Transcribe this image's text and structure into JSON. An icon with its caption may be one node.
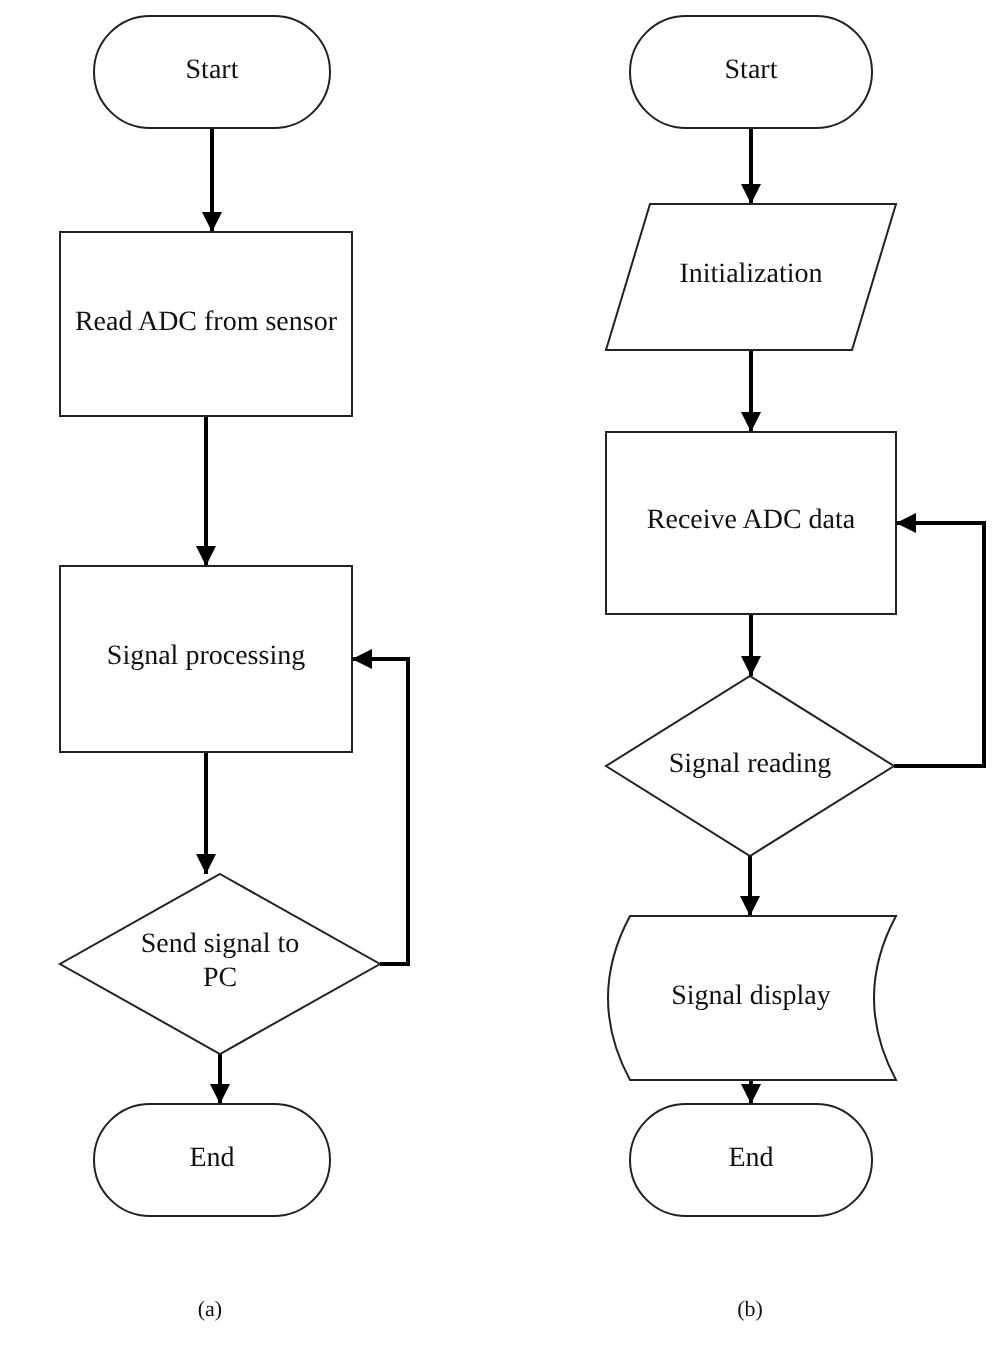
{
  "diagram": {
    "nodes": [
      {
        "text": [
          "Start"
        ]
      },
      {
        "text": [
          "Read ADC from sensor"
        ]
      },
      {
        "text": [
          "Signal processing"
        ]
      },
      {
        "text": [
          "Send signal to PC"
        ]
      },
      {
        "text": [
          "End"
        ]
      },
      {
        "text": [
          "Start"
        ]
      },
      {
        "text": [
          "Initialization"
        ]
      },
      {
        "text": [
          "Receive ADC data"
        ]
      },
      {
        "text": [
          "Signal reading"
        ]
      },
      {
        "text": [
          "Signal display"
        ]
      },
      {
        "text": [
          "End"
        ]
      }
    ],
    "edges": [
      {
        "from": 0,
        "to": 1,
        "arrow": "to"
      },
      {
        "from": 1,
        "to": 2,
        "arrow": "to"
      },
      {
        "from": 2,
        "to": 3,
        "arrow": "to"
      },
      {
        "from": 3,
        "to": 4,
        "arrow": "to"
      },
      {
        "from": 3,
        "to": 2,
        "arrow": "to"
      },
      {
        "from": 5,
        "to": 6,
        "arrow": "to"
      },
      {
        "from": 6,
        "to": 7,
        "arrow": "to"
      },
      {
        "from": 7,
        "to": 8,
        "arrow": "to"
      },
      {
        "from": 8,
        "to": 9,
        "arrow": "to"
      },
      {
        "from": 9,
        "to": 10,
        "arrow": "to"
      },
      {
        "from": 8,
        "to": 7,
        "arrow": "to"
      }
    ],
    "labels": [
      "(a)",
      "(b)"
    ]
  }
}
